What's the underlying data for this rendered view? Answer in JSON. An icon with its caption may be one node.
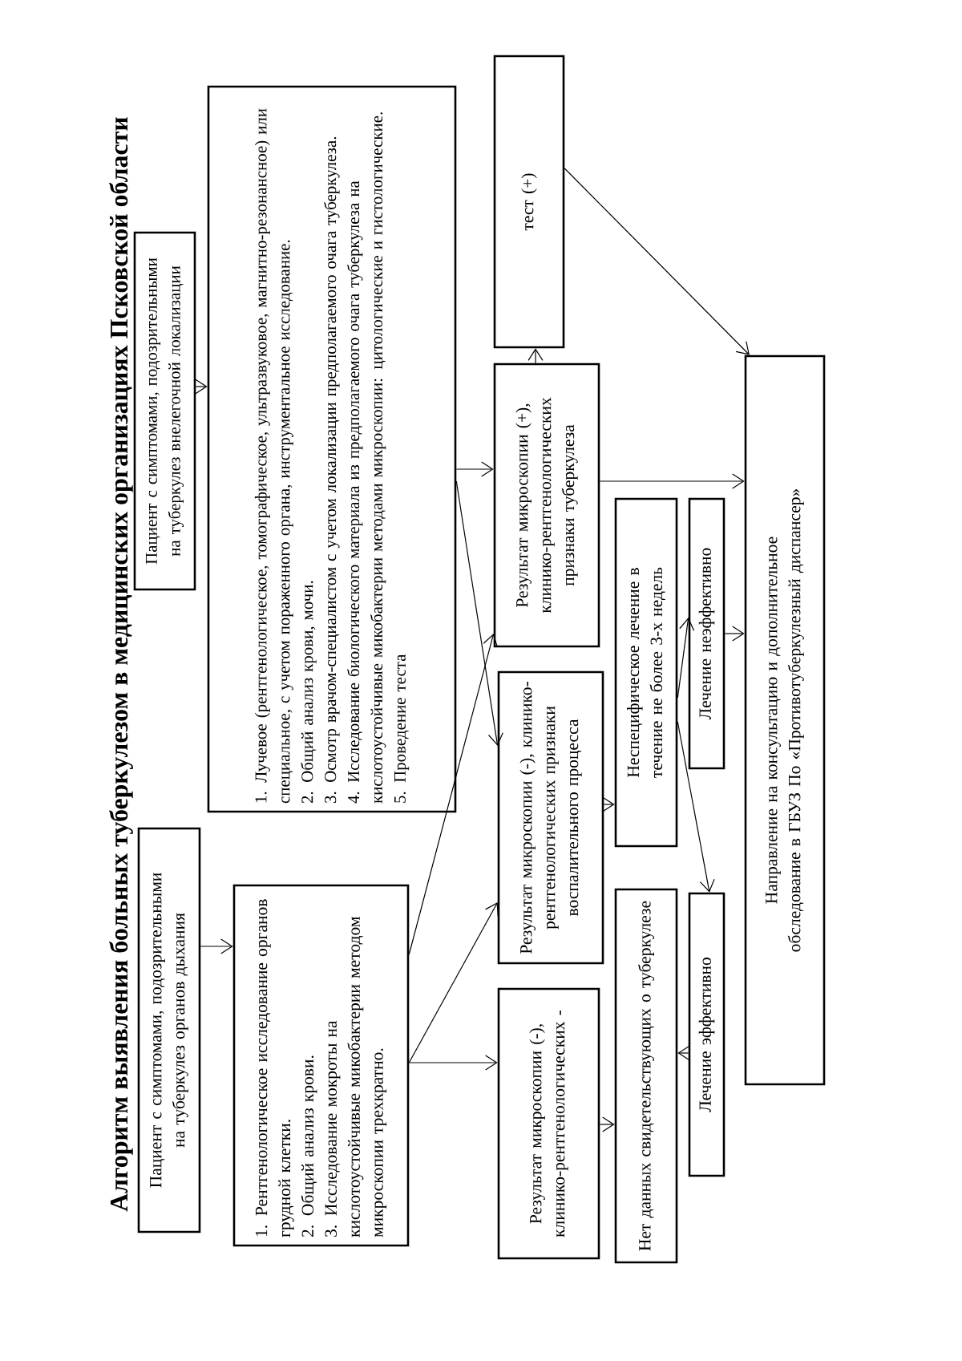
{
  "diagram": {
    "title": "Алгоритм выявления больных туберкулезом в медицинских организациях Псковской области",
    "nodes": [
      {
        "text": [
          "Пациент с симптомами, подозрительными на туберкулез органов дыхания"
        ]
      },
      {
        "text": [
          "Пациент с симптомами, подозрительными на туберкулез внелегочной локализации"
        ]
      },
      {
        "text": [
          "1. Лучевое (рентгенологическое, томографическое, ультразвуковое, магнитно-резонансное) или специальное, с учетом пораженного органа, инструментальное исследование.",
          "2. Общий анализ крови, мочи.",
          "3. Осмотр врачом-специалистом с учетом локализации предполагаемого очага туберкулеза.",
          "4. Исследование биологического материала из предполагаемого очага туберкулеза на кислотоустойчивые микобактерии методами микроскопии: цитологические и гистологические.",
          "5. Проведение теста"
        ]
      },
      {
        "text": [
          "1. Рентгенологическое исследование органов грудной клетки.",
          "2. Общий анализ крови.",
          "3. Исследование мокроты на кислотоустойчивые микобактерии методом микроскопии трехкратно."
        ]
      },
      {
        "text": [
          "тест (+)"
        ]
      },
      {
        "text": [
          "Результат микроскопии (+), клинико-рентгенологических признаки туберкулеза"
        ]
      },
      {
        "text": [
          "Результат микроскопии (-), клинико-рентгенологических признаки воспалительного процесса"
        ]
      },
      {
        "text": [
          "Результат микроскопии (-), клинико-рентгенологических -"
        ]
      },
      {
        "text": [
          "Неспецифическое лечение в течение не более 3-х недель"
        ]
      },
      {
        "text": [
          "Лечение неэффективно"
        ]
      },
      {
        "text": [
          "Нет данных свидетельствующих о туберкулезе"
        ]
      },
      {
        "text": [
          "Лечение эффективно"
        ]
      },
      {
        "text": [
          "Направление на консультацию и дополнительное обследование в ГБУЗ По «Противотуберкулезный диспансер»"
        ]
      }
    ],
    "edges": [
      {
        "from": 0,
        "to": 3,
        "arrow": "to"
      },
      {
        "from": 1,
        "to": 2,
        "arrow": "to"
      },
      {
        "from": 3,
        "to": 5,
        "arrow": "to"
      },
      {
        "from": 3,
        "to": 6,
        "arrow": "to"
      },
      {
        "from": 3,
        "to": 7,
        "arrow": "to"
      },
      {
        "from": 2,
        "to": 5,
        "arrow": "to"
      },
      {
        "from": 2,
        "to": 6,
        "arrow": "to"
      },
      {
        "from": 5,
        "to": 4,
        "arrow": "to"
      },
      {
        "from": 4,
        "to": 12,
        "arrow": "to"
      },
      {
        "from": 5,
        "to": 12,
        "arrow": "to"
      },
      {
        "from": 6,
        "to": 8,
        "arrow": "to"
      },
      {
        "from": 8,
        "to": 9,
        "arrow": "to"
      },
      {
        "from": 8,
        "to": 11,
        "arrow": "to"
      },
      {
        "from": 9,
        "to": 12,
        "arrow": "to"
      },
      {
        "from": 11,
        "to": 10,
        "arrow": "to"
      },
      {
        "from": 7,
        "to": 10,
        "arrow": "to"
      }
    ]
  }
}
